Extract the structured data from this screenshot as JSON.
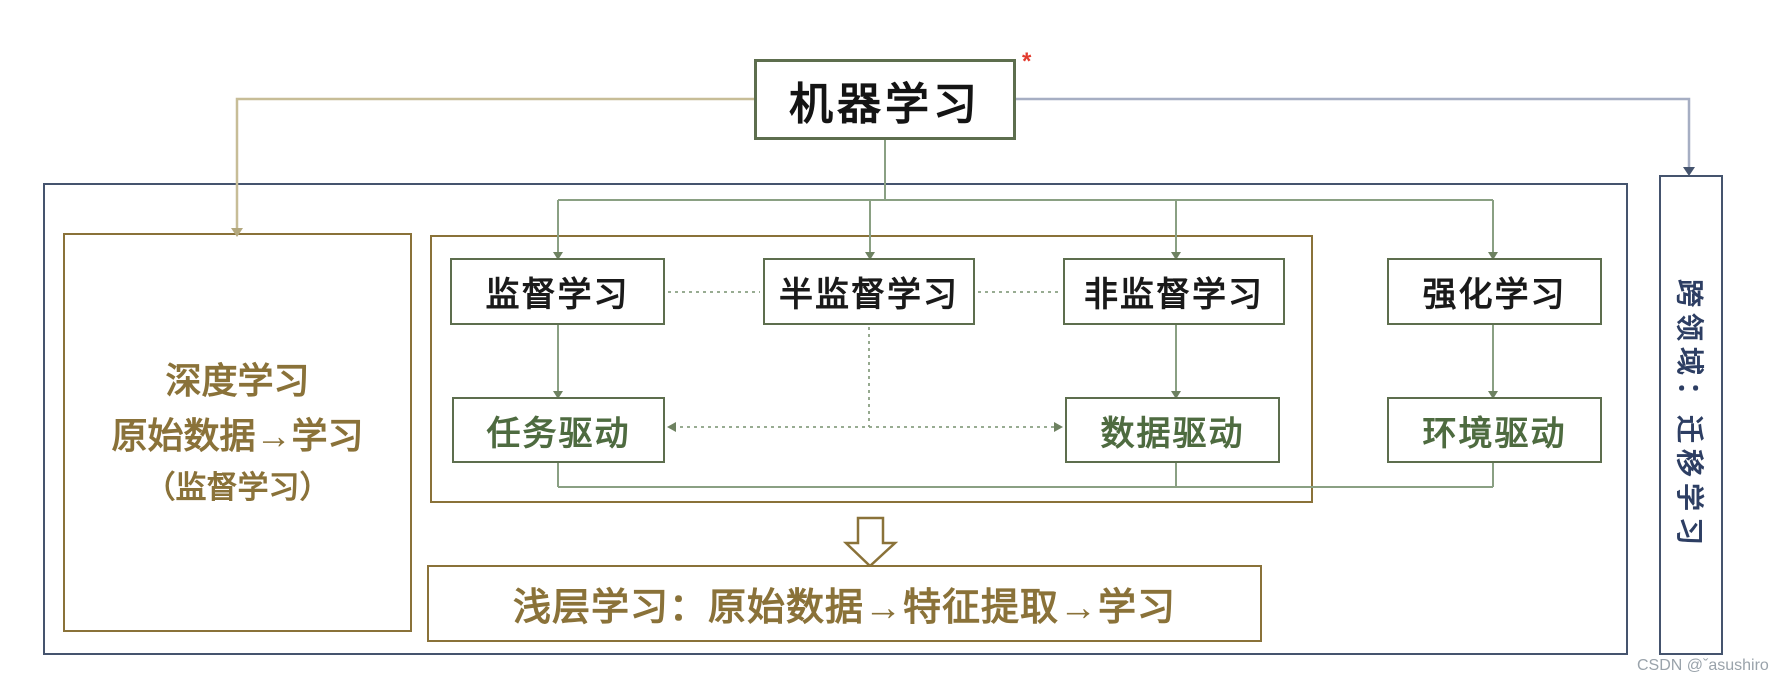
{
  "diagram": {
    "root": {
      "label": "机器学习",
      "marker": "*"
    },
    "left_box": {
      "lines": [
        "深度学习",
        "原始数据→学习",
        "（监督学习）"
      ]
    },
    "row1": {
      "boxes": [
        {
          "label": "监督学习"
        },
        {
          "label": "半监督学习"
        },
        {
          "label": "非监督学习"
        },
        {
          "label": "强化学习"
        }
      ]
    },
    "row2": {
      "boxes": [
        {
          "label": "任务驱动"
        },
        {
          "label": "数据驱动"
        },
        {
          "label": "环境驱动"
        }
      ]
    },
    "bottom_box": {
      "label": "浅层学习：原始数据→特征提取→学习"
    },
    "side_strip": {
      "label": "跨领域：迁移学习"
    },
    "watermark": {
      "text": "CSDN @ˇasushiro"
    },
    "icons": {
      "flow_arrow": "hollow-down-arrow",
      "root_marker": "red-asterisk"
    },
    "colors": {
      "gold": "#8a7239",
      "tan_line": "#c7bd97",
      "green_border": "#5d6e4e",
      "green_line": "#8aa083",
      "green_text": "#4e6b40",
      "navy": "#45546e",
      "navy_text": "#2d3e63",
      "light_navy_line": "#a6aec3",
      "red_marker": "#e23b2e",
      "text_black": "#1a1a1a"
    }
  }
}
